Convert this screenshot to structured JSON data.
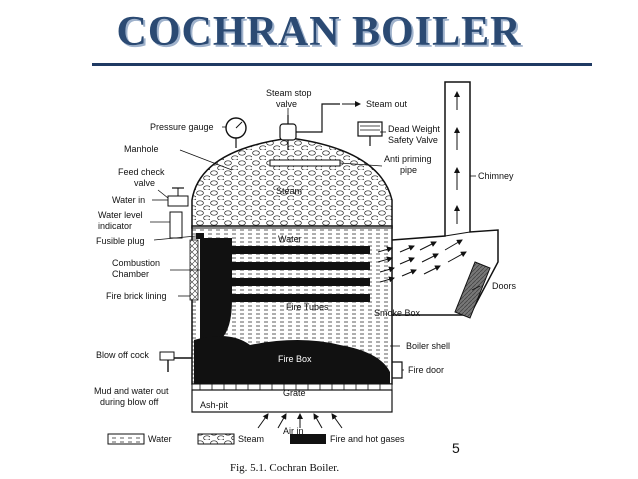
{
  "title": "COCHRAN BOILER",
  "page_number": "5",
  "caption": "Fig. 5.1. Cochran Boiler.",
  "labels": {
    "steam_stop_valve": [
      "Steam stop",
      "valve"
    ],
    "steam_out": "Steam out",
    "pressure_gauge": "Pressure gauge",
    "dead_weight_valve": [
      "Dead Weight",
      "Safety Valve"
    ],
    "manhole": "Manhole",
    "anti_priming_pipe": [
      "Anti priming",
      "pipe"
    ],
    "feed_check_valve": [
      "Feed check",
      "valve"
    ],
    "steam": "Steam",
    "chimney": "Chimney",
    "water_in": "Water in",
    "water_level_indicator": [
      "Water level",
      "indicator"
    ],
    "fusible_plug": "Fusible plug",
    "water": "Water",
    "combustion_chamber": [
      "Combustion",
      "Chamber"
    ],
    "doors": "Doors",
    "fire_brick_lining": "Fire brick lining",
    "fire_tubes": "Fire Tubes",
    "smoke_box": "Smoke Box",
    "boiler_shell": "Boiler shell",
    "blow_off_cock": "Blow off cock",
    "fire_box": "Fire Box",
    "fire_door": "Fire door",
    "mud_water_out": [
      "Mud and water out",
      "during blow off"
    ],
    "grate": "Grate",
    "ash_pit": "Ash-pit",
    "air_in": "Air in"
  },
  "legend": [
    {
      "label": "Water"
    },
    {
      "label": "Steam"
    },
    {
      "label": "Fire and hot gases"
    }
  ]
}
